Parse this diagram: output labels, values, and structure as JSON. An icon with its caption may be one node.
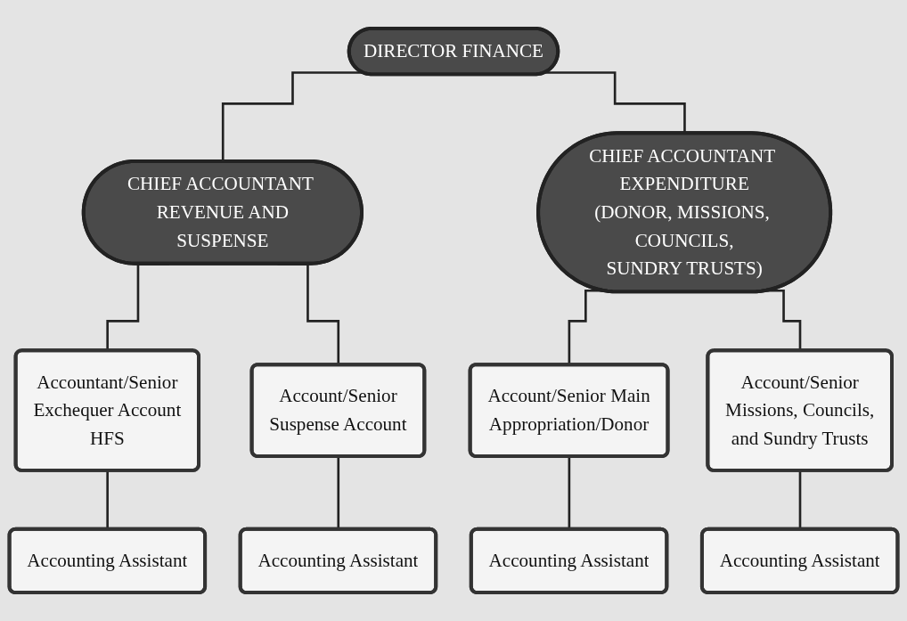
{
  "diagram": {
    "nodes": [
      {
        "text": [
          "DIRECTOR FINANCE"
        ]
      },
      {
        "text": [
          "CHIEF ACCOUNTANT REVENUE AND SUSPENSE"
        ]
      },
      {
        "text": [
          "CHIEF ACCOUNTANT EXPENDITURE (DONOR, MISSIONS, COUNCILS, SUNDRY TRUSTS)"
        ]
      },
      {
        "text": [
          "Accountant/Senior Exchequer Account HFS"
        ]
      },
      {
        "text": [
          "Account/Senior Suspense Account"
        ]
      },
      {
        "text": [
          "Account/Senior Main Appropriation/Donor"
        ]
      },
      {
        "text": [
          "Account/Senior Missions, Councils, and Sundry Trusts"
        ]
      },
      {
        "text": [
          "Accounting Assistant"
        ]
      },
      {
        "text": [
          "Accounting Assistant"
        ]
      },
      {
        "text": [
          "Accounting Assistant"
        ]
      },
      {
        "text": [
          "Accounting Assistant"
        ]
      }
    ],
    "edges": [
      {
        "from": 0,
        "to": 1,
        "arrow": "none"
      },
      {
        "from": 0,
        "to": 2,
        "arrow": "none"
      },
      {
        "from": 1,
        "to": 3,
        "arrow": "none"
      },
      {
        "from": 1,
        "to": 4,
        "arrow": "none"
      },
      {
        "from": 2,
        "to": 5,
        "arrow": "none"
      },
      {
        "from": 2,
        "to": 6,
        "arrow": "none"
      },
      {
        "from": 3,
        "to": 7,
        "arrow": "none"
      },
      {
        "from": 4,
        "to": 8,
        "arrow": "none"
      },
      {
        "from": 5,
        "to": 9,
        "arrow": "none"
      },
      {
        "from": 6,
        "to": 10,
        "arrow": "none"
      }
    ]
  }
}
